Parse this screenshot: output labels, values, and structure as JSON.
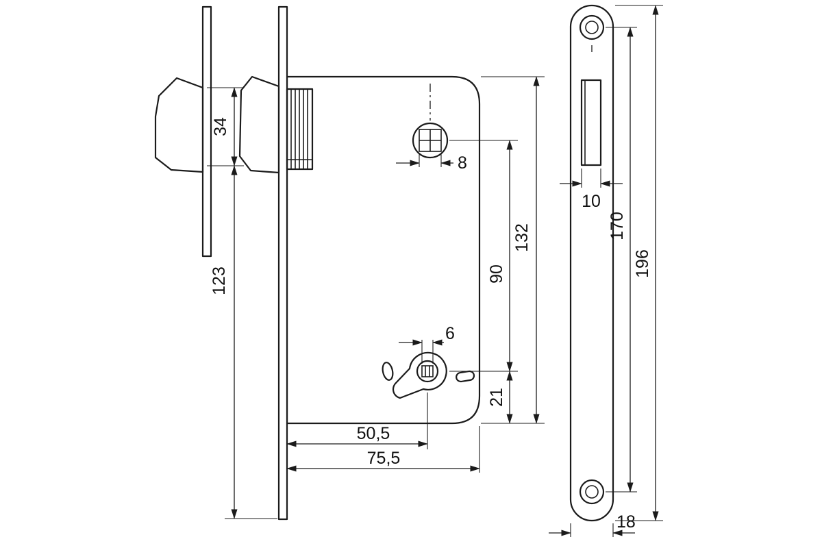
{
  "palette": {
    "background": "#ffffff",
    "ink": "#1b1b1b"
  },
  "side_view": {
    "dims": {
      "latch_height": "34",
      "latch_to_plate_bottom": "123",
      "spindle_square_width": "8",
      "key_square_width": "6",
      "spindle_to_key_centers": "90",
      "body_height": "132",
      "key_to_body_bottom": "21",
      "backset": "50,5",
      "body_depth": "75,5"
    }
  },
  "front_view": {
    "dims": {
      "latch_cutout_width": "10",
      "screw_centers_distance": "170",
      "faceplate_length": "196",
      "faceplate_width": "18"
    }
  }
}
